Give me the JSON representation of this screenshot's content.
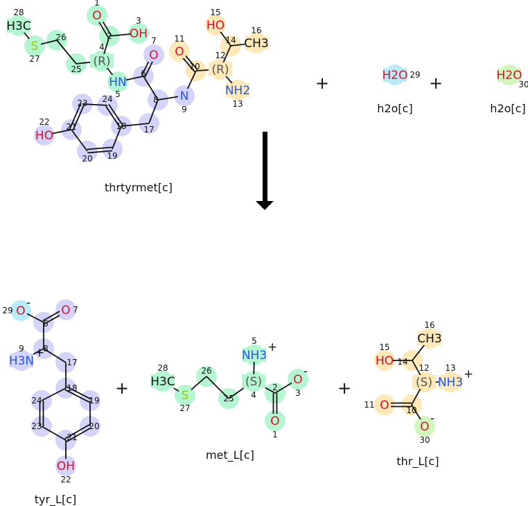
{
  "colors": {
    "green": "#b4f5d2",
    "blue": "#d4d4fa",
    "orange": "#fde8b8",
    "cyan": "#b8ecf9",
    "lime": "#d2f7bc",
    "O": "#d9102f",
    "N": "#2255ee",
    "S": "#9acd00",
    "C": "#111111"
  },
  "reaction": {
    "plus": "+",
    "reactants": [
      {
        "name": "thrtyrmet[c]",
        "atoms": [
          {
            "n": "1",
            "label": "O",
            "el": "O",
            "hl": "green"
          },
          {
            "n": "2",
            "label": "",
            "el": "C",
            "hl": "green"
          },
          {
            "n": "3",
            "label": "OH",
            "el": "O",
            "hl": "green"
          },
          {
            "n": "4",
            "label": "(R)",
            "el": "C",
            "hl": "green"
          },
          {
            "n": "5",
            "label": "HN",
            "el": "N",
            "hl": "green"
          },
          {
            "n": "6",
            "label": "",
            "el": "C",
            "hl": "blue"
          },
          {
            "n": "7",
            "label": "O",
            "el": "O",
            "hl": "blue"
          },
          {
            "n": "8",
            "label": "",
            "el": "C",
            "hl": "blue"
          },
          {
            "n": "9",
            "label": "N",
            "el": "N",
            "hl": "blue"
          },
          {
            "n": "10",
            "label": "",
            "el": "C",
            "hl": "orange"
          },
          {
            "n": "11",
            "label": "O",
            "el": "O",
            "hl": "orange"
          },
          {
            "n": "12",
            "label": "(R)",
            "el": "C",
            "hl": "orange"
          },
          {
            "n": "13",
            "label": "NH2",
            "el": "N",
            "hl": "orange"
          },
          {
            "n": "14",
            "label": "",
            "el": "C",
            "hl": "orange"
          },
          {
            "n": "15",
            "label": "HO",
            "el": "O",
            "hl": "orange"
          },
          {
            "n": "16",
            "label": "CH3",
            "el": "C",
            "hl": "orange"
          },
          {
            "n": "17",
            "label": "",
            "el": "C",
            "hl": "blue"
          },
          {
            "n": "18",
            "label": "",
            "el": "C",
            "hl": "blue"
          },
          {
            "n": "19",
            "label": "",
            "el": "C",
            "hl": "blue"
          },
          {
            "n": "20",
            "label": "",
            "el": "C",
            "hl": "blue"
          },
          {
            "n": "21",
            "label": "",
            "el": "C",
            "hl": "blue"
          },
          {
            "n": "22",
            "label": "HO",
            "el": "O",
            "hl": "blue"
          },
          {
            "n": "23",
            "label": "",
            "el": "C",
            "hl": "blue"
          },
          {
            "n": "24",
            "label": "",
            "el": "C",
            "hl": "blue"
          },
          {
            "n": "25",
            "label": "",
            "el": "C",
            "hl": "green"
          },
          {
            "n": "26",
            "label": "",
            "el": "C",
            "hl": "green"
          },
          {
            "n": "27",
            "label": "S",
            "el": "S",
            "hl": "green"
          },
          {
            "n": "28",
            "label": "H3C",
            "el": "C",
            "hl": "green"
          }
        ]
      },
      {
        "name": "h2o[c]",
        "atoms": [
          {
            "n": "29",
            "label": "H2O",
            "el": "O",
            "hl": "cyan"
          }
        ]
      },
      {
        "name": "h2o[c]",
        "atoms": [
          {
            "n": "30",
            "label": "H2O",
            "el": "O",
            "hl": "lime"
          }
        ]
      }
    ],
    "products": [
      {
        "name": "tyr_L[c]",
        "atoms": [
          {
            "n": "29",
            "label": "O",
            "charge": "-",
            "el": "O",
            "hl": "cyan"
          },
          {
            "n": "7",
            "label": "O",
            "el": "O",
            "hl": "blue"
          },
          {
            "n": "6",
            "label": "",
            "el": "C",
            "hl": "blue"
          },
          {
            "n": "8",
            "label": "",
            "el": "C",
            "hl": "blue"
          },
          {
            "n": "9",
            "label": "H3N",
            "charge": "+",
            "el": "N",
            "hl": "blue"
          },
          {
            "n": "17",
            "label": "",
            "el": "C",
            "hl": "blue"
          },
          {
            "n": "18",
            "label": "",
            "el": "C",
            "hl": "blue"
          },
          {
            "n": "19",
            "label": "",
            "el": "C",
            "hl": "blue"
          },
          {
            "n": "20",
            "label": "",
            "el": "C",
            "hl": "blue"
          },
          {
            "n": "21",
            "label": "",
            "el": "C",
            "hl": "blue"
          },
          {
            "n": "23",
            "label": "",
            "el": "C",
            "hl": "blue"
          },
          {
            "n": "24",
            "label": "",
            "el": "C",
            "hl": "blue"
          },
          {
            "n": "22",
            "label": "OH",
            "el": "O",
            "hl": "blue"
          }
        ]
      },
      {
        "name": "met_L[c]",
        "atoms": [
          {
            "n": "28",
            "label": "H3C",
            "el": "C",
            "hl": "green"
          },
          {
            "n": "27",
            "label": "S",
            "el": "S",
            "hl": "green"
          },
          {
            "n": "26",
            "label": "",
            "el": "C",
            "hl": "green"
          },
          {
            "n": "25",
            "label": "",
            "el": "C",
            "hl": "green"
          },
          {
            "n": "4",
            "label": "(S)",
            "el": "C",
            "hl": "green"
          },
          {
            "n": "5",
            "label": "NH3",
            "charge": "+",
            "el": "N",
            "hl": "green"
          },
          {
            "n": "2",
            "label": "",
            "el": "C",
            "hl": "green"
          },
          {
            "n": "3",
            "label": "O",
            "charge": "-",
            "el": "O",
            "hl": "green"
          },
          {
            "n": "1",
            "label": "O",
            "el": "O",
            "hl": "green"
          }
        ]
      },
      {
        "name": "thr_L[c]",
        "atoms": [
          {
            "n": "16",
            "label": "CH3",
            "el": "C",
            "hl": "orange"
          },
          {
            "n": "15",
            "label": "HO",
            "el": "O",
            "hl": "orange"
          },
          {
            "n": "14",
            "label": "",
            "el": "C",
            "hl": "orange"
          },
          {
            "n": "12",
            "label": "(S)",
            "el": "C",
            "hl": "orange"
          },
          {
            "n": "13",
            "label": "NH3",
            "charge": "+",
            "el": "N",
            "hl": "orange"
          },
          {
            "n": "10",
            "label": "",
            "el": "C",
            "hl": "orange"
          },
          {
            "n": "11",
            "label": "O",
            "el": "O",
            "hl": "orange"
          },
          {
            "n": "30",
            "label": "O",
            "charge": "-",
            "el": "O",
            "hl": "lime"
          }
        ]
      }
    ]
  }
}
